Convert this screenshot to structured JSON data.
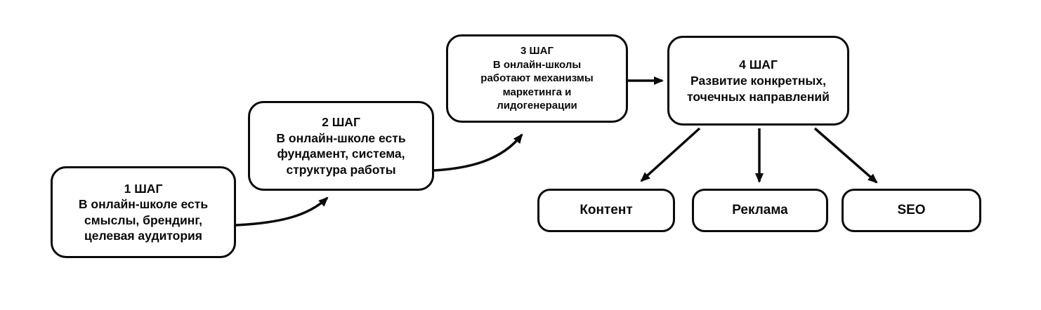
{
  "diagram": {
    "title": "online-school-growth-steps-flowchart",
    "colors": {
      "background": "#ffffff",
      "border": "#0a0a0a",
      "text": "#0a0a0a"
    },
    "steps": [
      {
        "title": "1 ШАГ",
        "body": "В онлайн-школе есть\nсмыслы, брендинг,\nцелевая аудитория"
      },
      {
        "title": "2 ШАГ",
        "body": "В онлайн-школе есть\nфундамент, система,\nструктура работы"
      },
      {
        "title": "3 ШАГ",
        "body": "В онлайн-школы\nработают механизмы\nмаркетинга и\nлидогенерации"
      },
      {
        "title": "4 ШАГ",
        "body": "Развитие конкретных,\nточечных направлений"
      }
    ],
    "directions": [
      {
        "label": "Контент"
      },
      {
        "label": "Реклама"
      },
      {
        "label": "SEO"
      }
    ]
  }
}
